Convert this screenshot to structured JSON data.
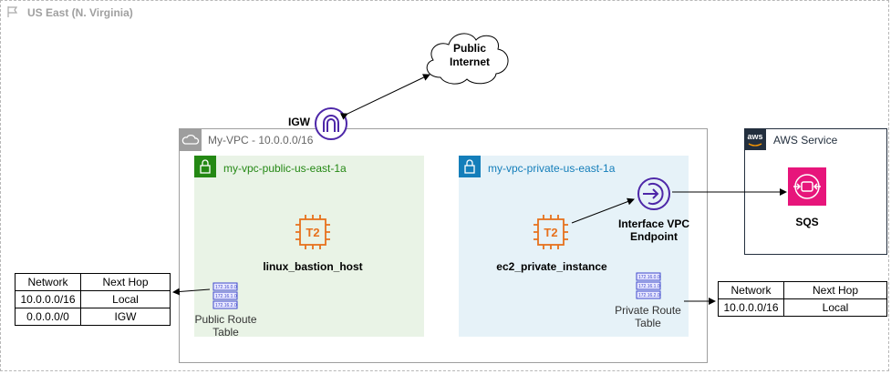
{
  "region": {
    "label": "US East (N. Virginia)"
  },
  "internet": {
    "label_line1": "Public",
    "label_line2": "Internet"
  },
  "igw": {
    "label": "IGW"
  },
  "vpc": {
    "label": "My-VPC - 10.0.0.0/16"
  },
  "public_subnet": {
    "label": "my-vpc-public-us-east-1a",
    "instance": {
      "type": "T2",
      "label": "linux_bastion_host"
    },
    "route_table": {
      "label_line1": "Public Route",
      "label_line2": "Table"
    }
  },
  "private_subnet": {
    "label": "my-vpc-private-us-east-1a",
    "instance": {
      "type": "T2",
      "label": "ec2_private_instance"
    },
    "endpoint": {
      "label_line1": "Interface VPC",
      "label_line2": "Endpoint"
    },
    "route_table": {
      "label_line1": "Private Route",
      "label_line2": "Table"
    }
  },
  "aws_service": {
    "label": "AWS Service",
    "logo_text": "aws",
    "sqs_label": "SQS"
  },
  "route_table_icon": {
    "rows": [
      "172.16.0.0",
      "172.16.1.0",
      "172.16.2.0"
    ]
  },
  "public_route_table": {
    "headers": [
      "Network",
      "Next Hop"
    ],
    "rows": [
      [
        "10.0.0.0/16",
        "Local"
      ],
      [
        "0.0.0.0/0",
        "IGW"
      ]
    ]
  },
  "private_route_table": {
    "headers": [
      "Network",
      "Next Hop"
    ],
    "rows": [
      [
        "10.0.0.0/16",
        "Local"
      ]
    ]
  },
  "colors": {
    "ec2_orange": "#e7711d",
    "sqs_pink": "#e7157b",
    "endpoint_purple": "#4d27a8",
    "igw_purple": "#4d27a8",
    "public_green": "#248814",
    "private_blue": "#147eba"
  }
}
